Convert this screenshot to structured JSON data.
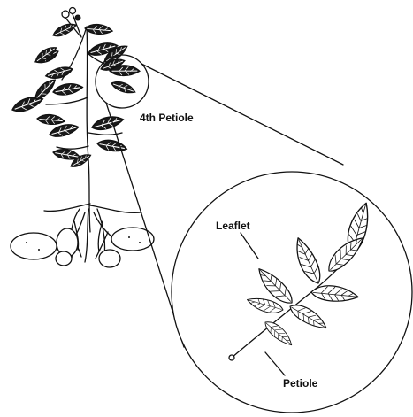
{
  "labels": {
    "fourth_petiole": "4th Petiole",
    "leaflet": "Leaflet",
    "petiole": "Petiole"
  },
  "colors": {
    "ink": "#111111",
    "background": "#ffffff"
  }
}
